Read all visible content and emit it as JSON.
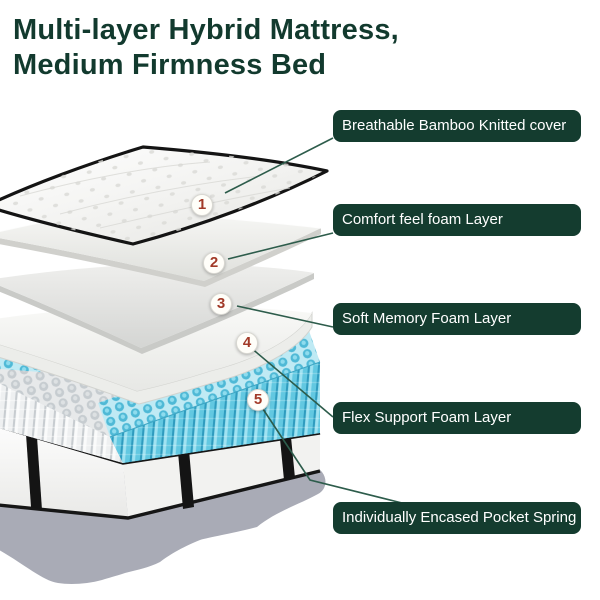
{
  "title": {
    "line1": "Multi-layer Hybrid Mattress,",
    "line2": "Medium Firmness Bed"
  },
  "callouts": [
    {
      "num": "1",
      "label": "Breathable Bamboo Knitted cover"
    },
    {
      "num": "2",
      "label": "Comfort feel foam Layer"
    },
    {
      "num": "3",
      "label": "Soft Memory Foam Layer"
    },
    {
      "num": "4",
      "label": "Flex Support Foam Layer"
    },
    {
      "num": "5",
      "label": "Individually Encased Pocket Spring"
    }
  ],
  "colors": {
    "title_green": "#123a2e",
    "label_bg": "#143c2f",
    "label_text": "#ffffff",
    "leader_line": "#2d5c4b",
    "number_red": "#a23a28",
    "spring_teal": "#5fc6e0",
    "spring_teal_dark": "#2f9cbf",
    "spring_top_gray": "#c6ccd0",
    "cover_piping_black": "#141414",
    "shadow_gray": "#a9abb6",
    "background": "#ffffff"
  }
}
